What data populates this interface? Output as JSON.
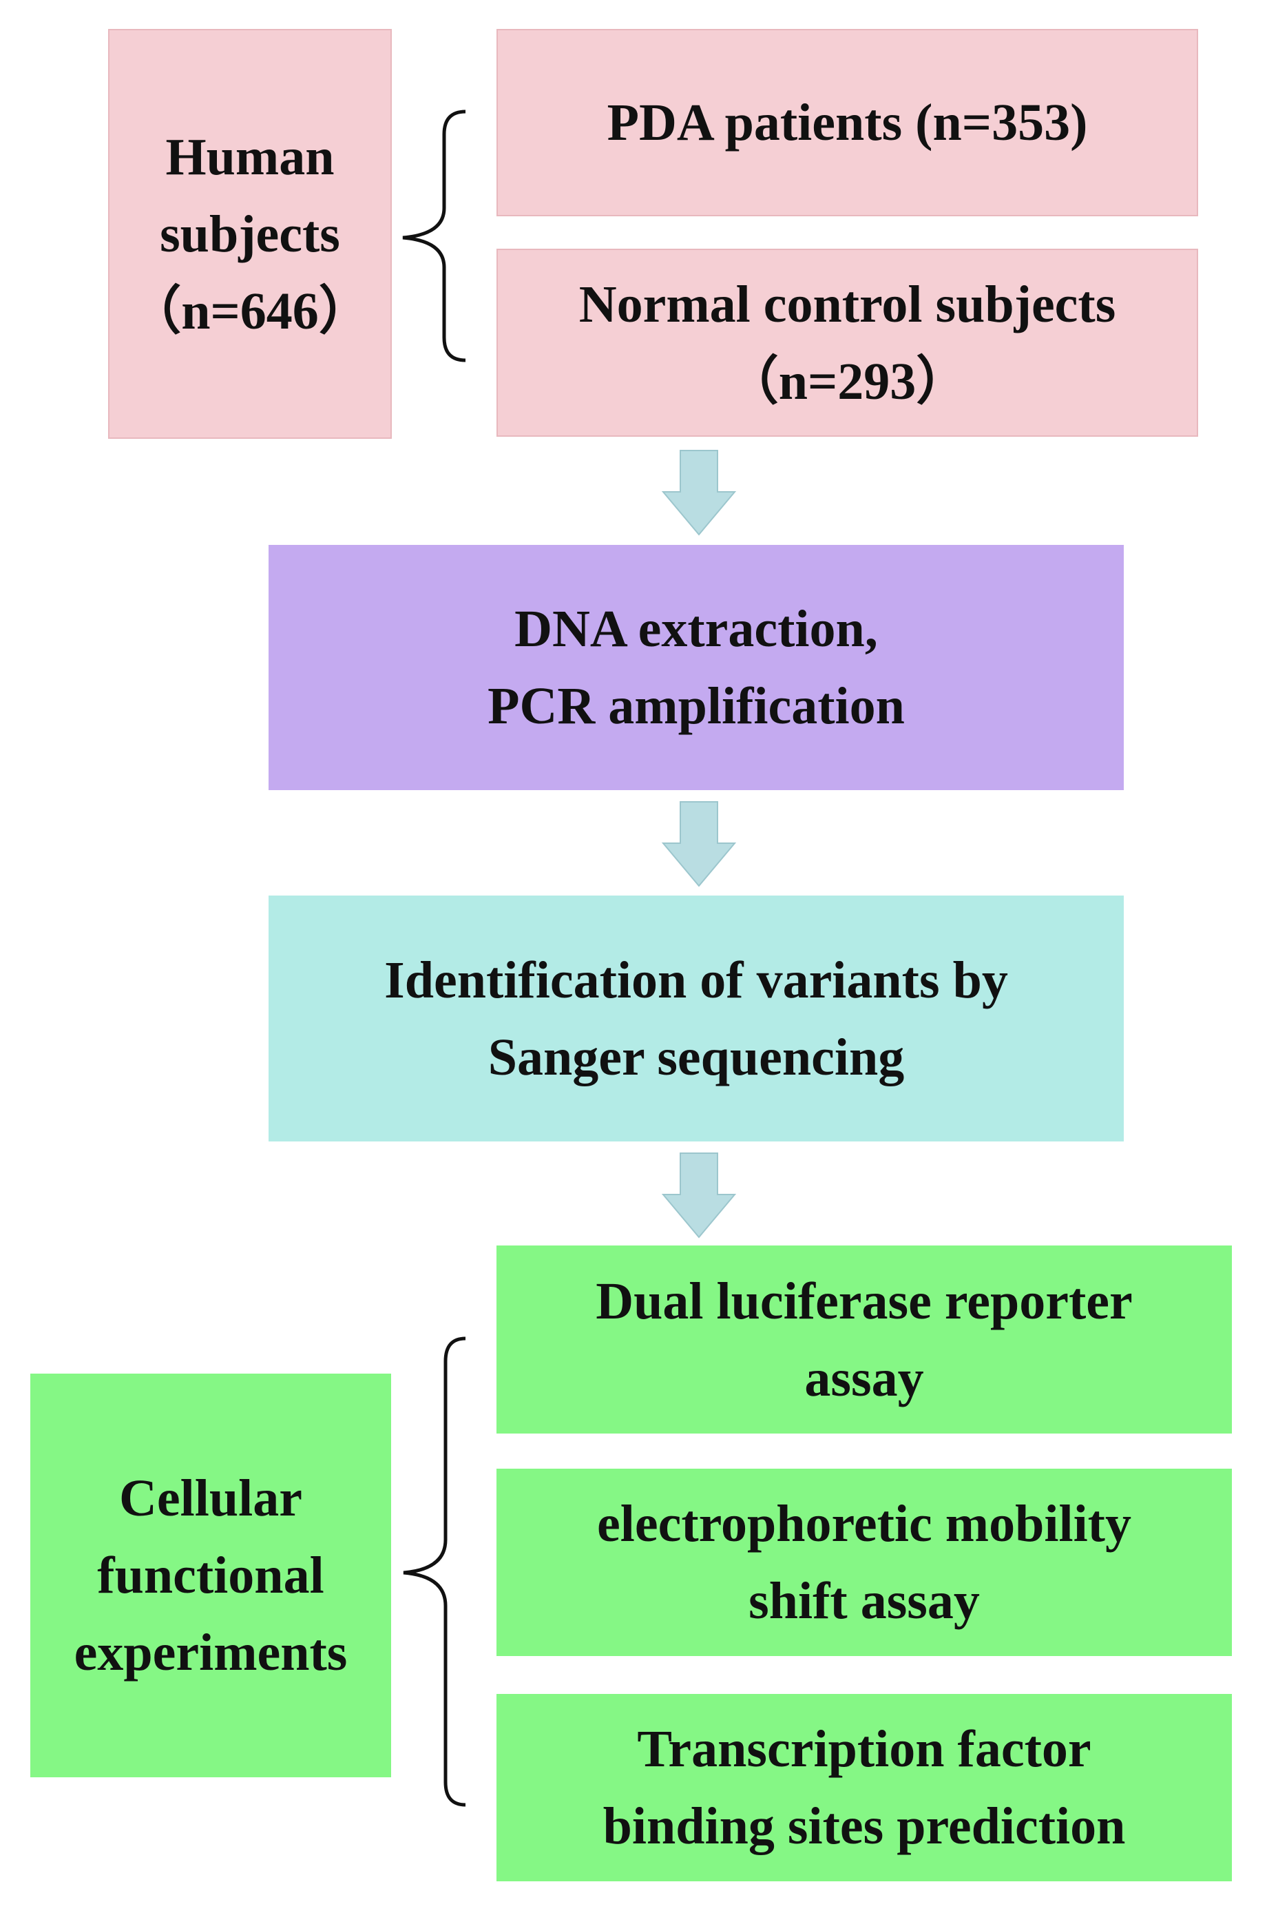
{
  "colors": {
    "pink_fill": "#f5cfd4",
    "purple_fill": "#c4aaf0",
    "cyan_fill": "#b3ebe6",
    "green_fill": "#85f785",
    "arrow_fill": "#b9dde2"
  },
  "subjects": {
    "group": {
      "line1": "Human",
      "line2": "subjects",
      "line3": "（n=646）"
    },
    "pda": {
      "line1": "PDA patients (n=353)"
    },
    "control": {
      "line1": "Normal control subjects",
      "line2": "（n=293）"
    }
  },
  "dna_step": {
    "line1": "DNA extraction,",
    "line2": "PCR amplification"
  },
  "identification_step": {
    "line1": "Identification of variants by",
    "line2": "Sanger sequencing"
  },
  "functional": {
    "group": {
      "line1": "Cellular",
      "line2": "functional",
      "line3": "experiments"
    },
    "luciferase": {
      "line1": "Dual luciferase reporter",
      "line2": "assay"
    },
    "emsa": {
      "line1": "electrophoretic mobility",
      "line2": "shift assay"
    },
    "tfbs": {
      "line1": "Transcription factor",
      "line2": "binding sites prediction"
    }
  }
}
